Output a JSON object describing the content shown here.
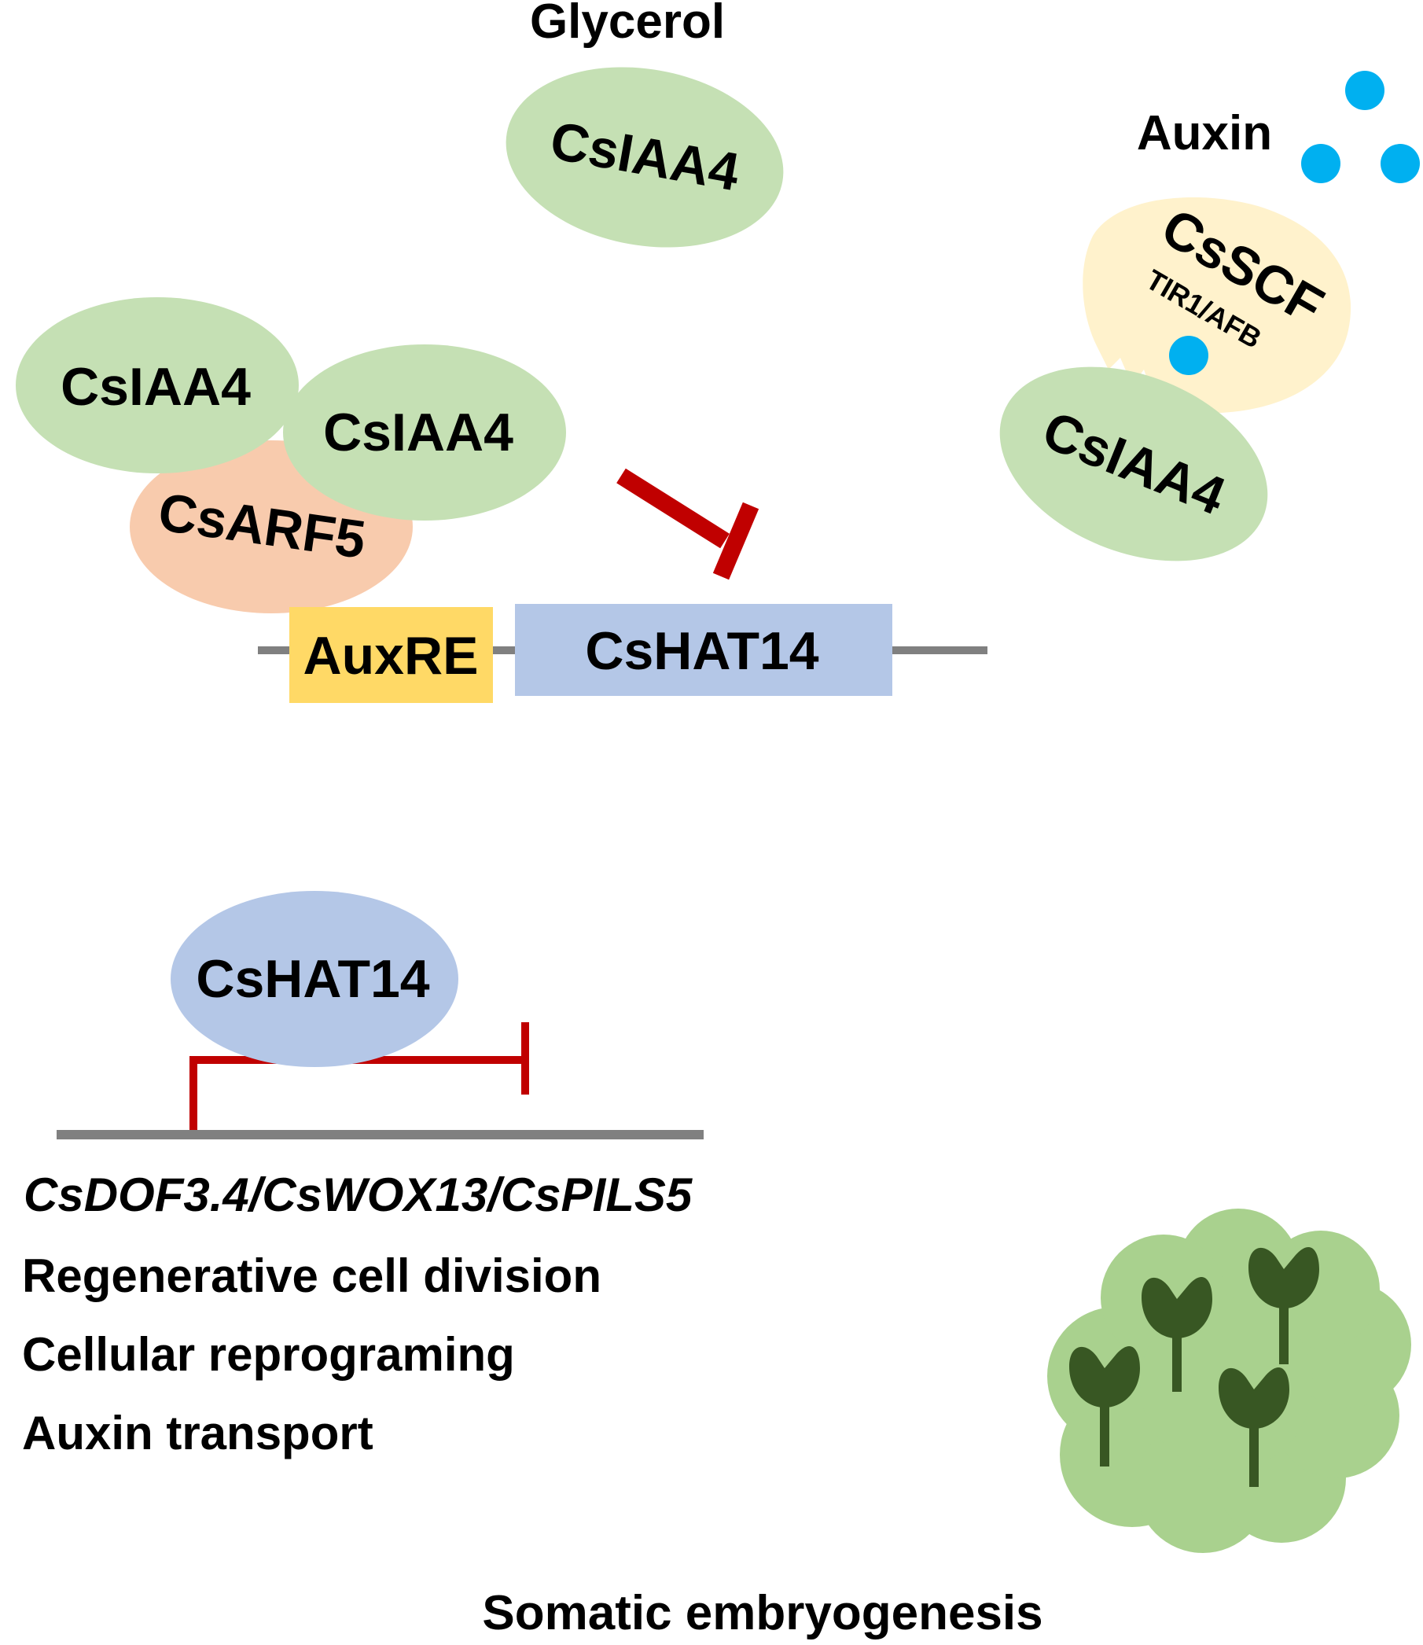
{
  "title": "CsIAA4-CsARF5-CsHAT14 regulatory model of somatic embryogenesis",
  "colors": {
    "iaa4_fill": "#c5e0b4",
    "arf5_fill": "#f8cbad",
    "auxre_fill": "#ffd966",
    "hat14_fill": "#b4c7e7",
    "scf_fill": "#fff2cc",
    "auxin_dot": "#00b0f0",
    "inhibit_red": "#c00000",
    "dna_gray": "#808080",
    "callus_fill": "#a9d18e",
    "embryo_fill": "#385723"
  },
  "top": {
    "glycerol_label": "Glycerol",
    "free_iaa4_label": "CsIAA4",
    "auxin_label": "Auxin",
    "auxin_dots_count": 4
  },
  "complex": {
    "iaa4_left_label": "CsIAA4",
    "iaa4_right_label": "CsIAA4",
    "arf5_label": "CsARF5"
  },
  "promoter": {
    "element_label": "AuxRE",
    "gene_label": "CsHAT14"
  },
  "scf": {
    "main_label": "CsSCF",
    "sub_label": "TIR1/AFB",
    "bound_iaa4_label": "CsIAA4"
  },
  "downstream": {
    "protein_label": "CsHAT14",
    "target_genes": "CsDOF3.4/CsWOX13/CsPILS5",
    "processes": [
      "Regenerative cell division",
      "Cellular reprograming",
      "Auxin transport"
    ]
  },
  "outcome": {
    "label": "Somatic embryogenesis",
    "embryo_count": 4
  }
}
